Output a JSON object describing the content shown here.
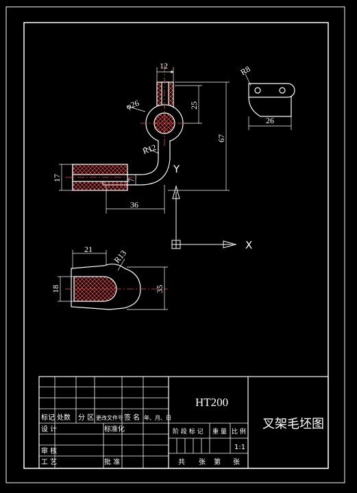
{
  "drawing": {
    "dims": {
      "d12": "12",
      "d25": "25",
      "d67": "67",
      "phi26": "φ26",
      "r12": "R12",
      "d17": "17",
      "d7": "7",
      "d36": "36",
      "r8": "R8",
      "d26": "26",
      "d21": "21",
      "r13": "R13",
      "d18": "18",
      "d35": "35"
    },
    "axes": {
      "y": "Y",
      "x": "X"
    }
  },
  "title_block": {
    "material": "HT200",
    "title": "叉架毛坯图",
    "scale": "1:1",
    "labels": {
      "biaoji": "标记",
      "chushu": "处数",
      "fenqu": "分 区",
      "gengai": "更改文件号",
      "qianming": "签 名",
      "riqi": "年、月、日",
      "sheji": "设 计",
      "biaozhunhua": "标准化",
      "jieduan": "阶 段 标 记",
      "zhongliang": "重 量",
      "bili": "比 例",
      "shenhe": "审 核",
      "gongyi": "工 艺",
      "pizhun": "批 准",
      "gong": "共",
      "zhang1": "张",
      "di": "第",
      "zhang2": "张"
    }
  }
}
